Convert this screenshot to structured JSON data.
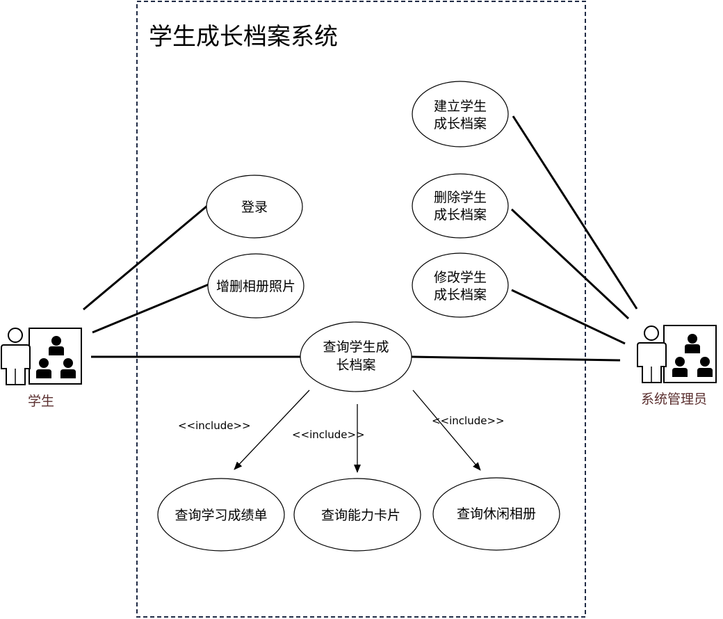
{
  "system": {
    "title": "学生成长档案系统"
  },
  "actors": {
    "student": {
      "label": "学生",
      "icon": "user-group-icon"
    },
    "admin": {
      "label": "系统管理员",
      "icon": "user-group-icon"
    }
  },
  "use_cases": {
    "create_archive": {
      "lines": [
        "建立学生",
        "成长档案"
      ]
    },
    "login": {
      "lines": [
        "登录"
      ]
    },
    "delete_archive": {
      "lines": [
        "删除学生",
        "成长档案"
      ]
    },
    "photos": {
      "lines": [
        "增删相册照片"
      ]
    },
    "modify_archive": {
      "lines": [
        "修改学生",
        "成长档案"
      ]
    },
    "query_archive": {
      "lines": [
        "查询学生成",
        "长档案"
      ]
    },
    "query_grades": {
      "lines": [
        "查询学习成绩单"
      ]
    },
    "query_ability": {
      "lines": [
        "查询能力卡片"
      ]
    },
    "query_album": {
      "lines": [
        "查询休闲相册"
      ]
    }
  },
  "relationships": {
    "include_1": "<<include>>",
    "include_2": "<<include>>",
    "include_3": "<<include>>"
  },
  "colors": {
    "line": "#000000",
    "actor_label": "#5a2e2e",
    "boundary": "#1f2a44"
  }
}
